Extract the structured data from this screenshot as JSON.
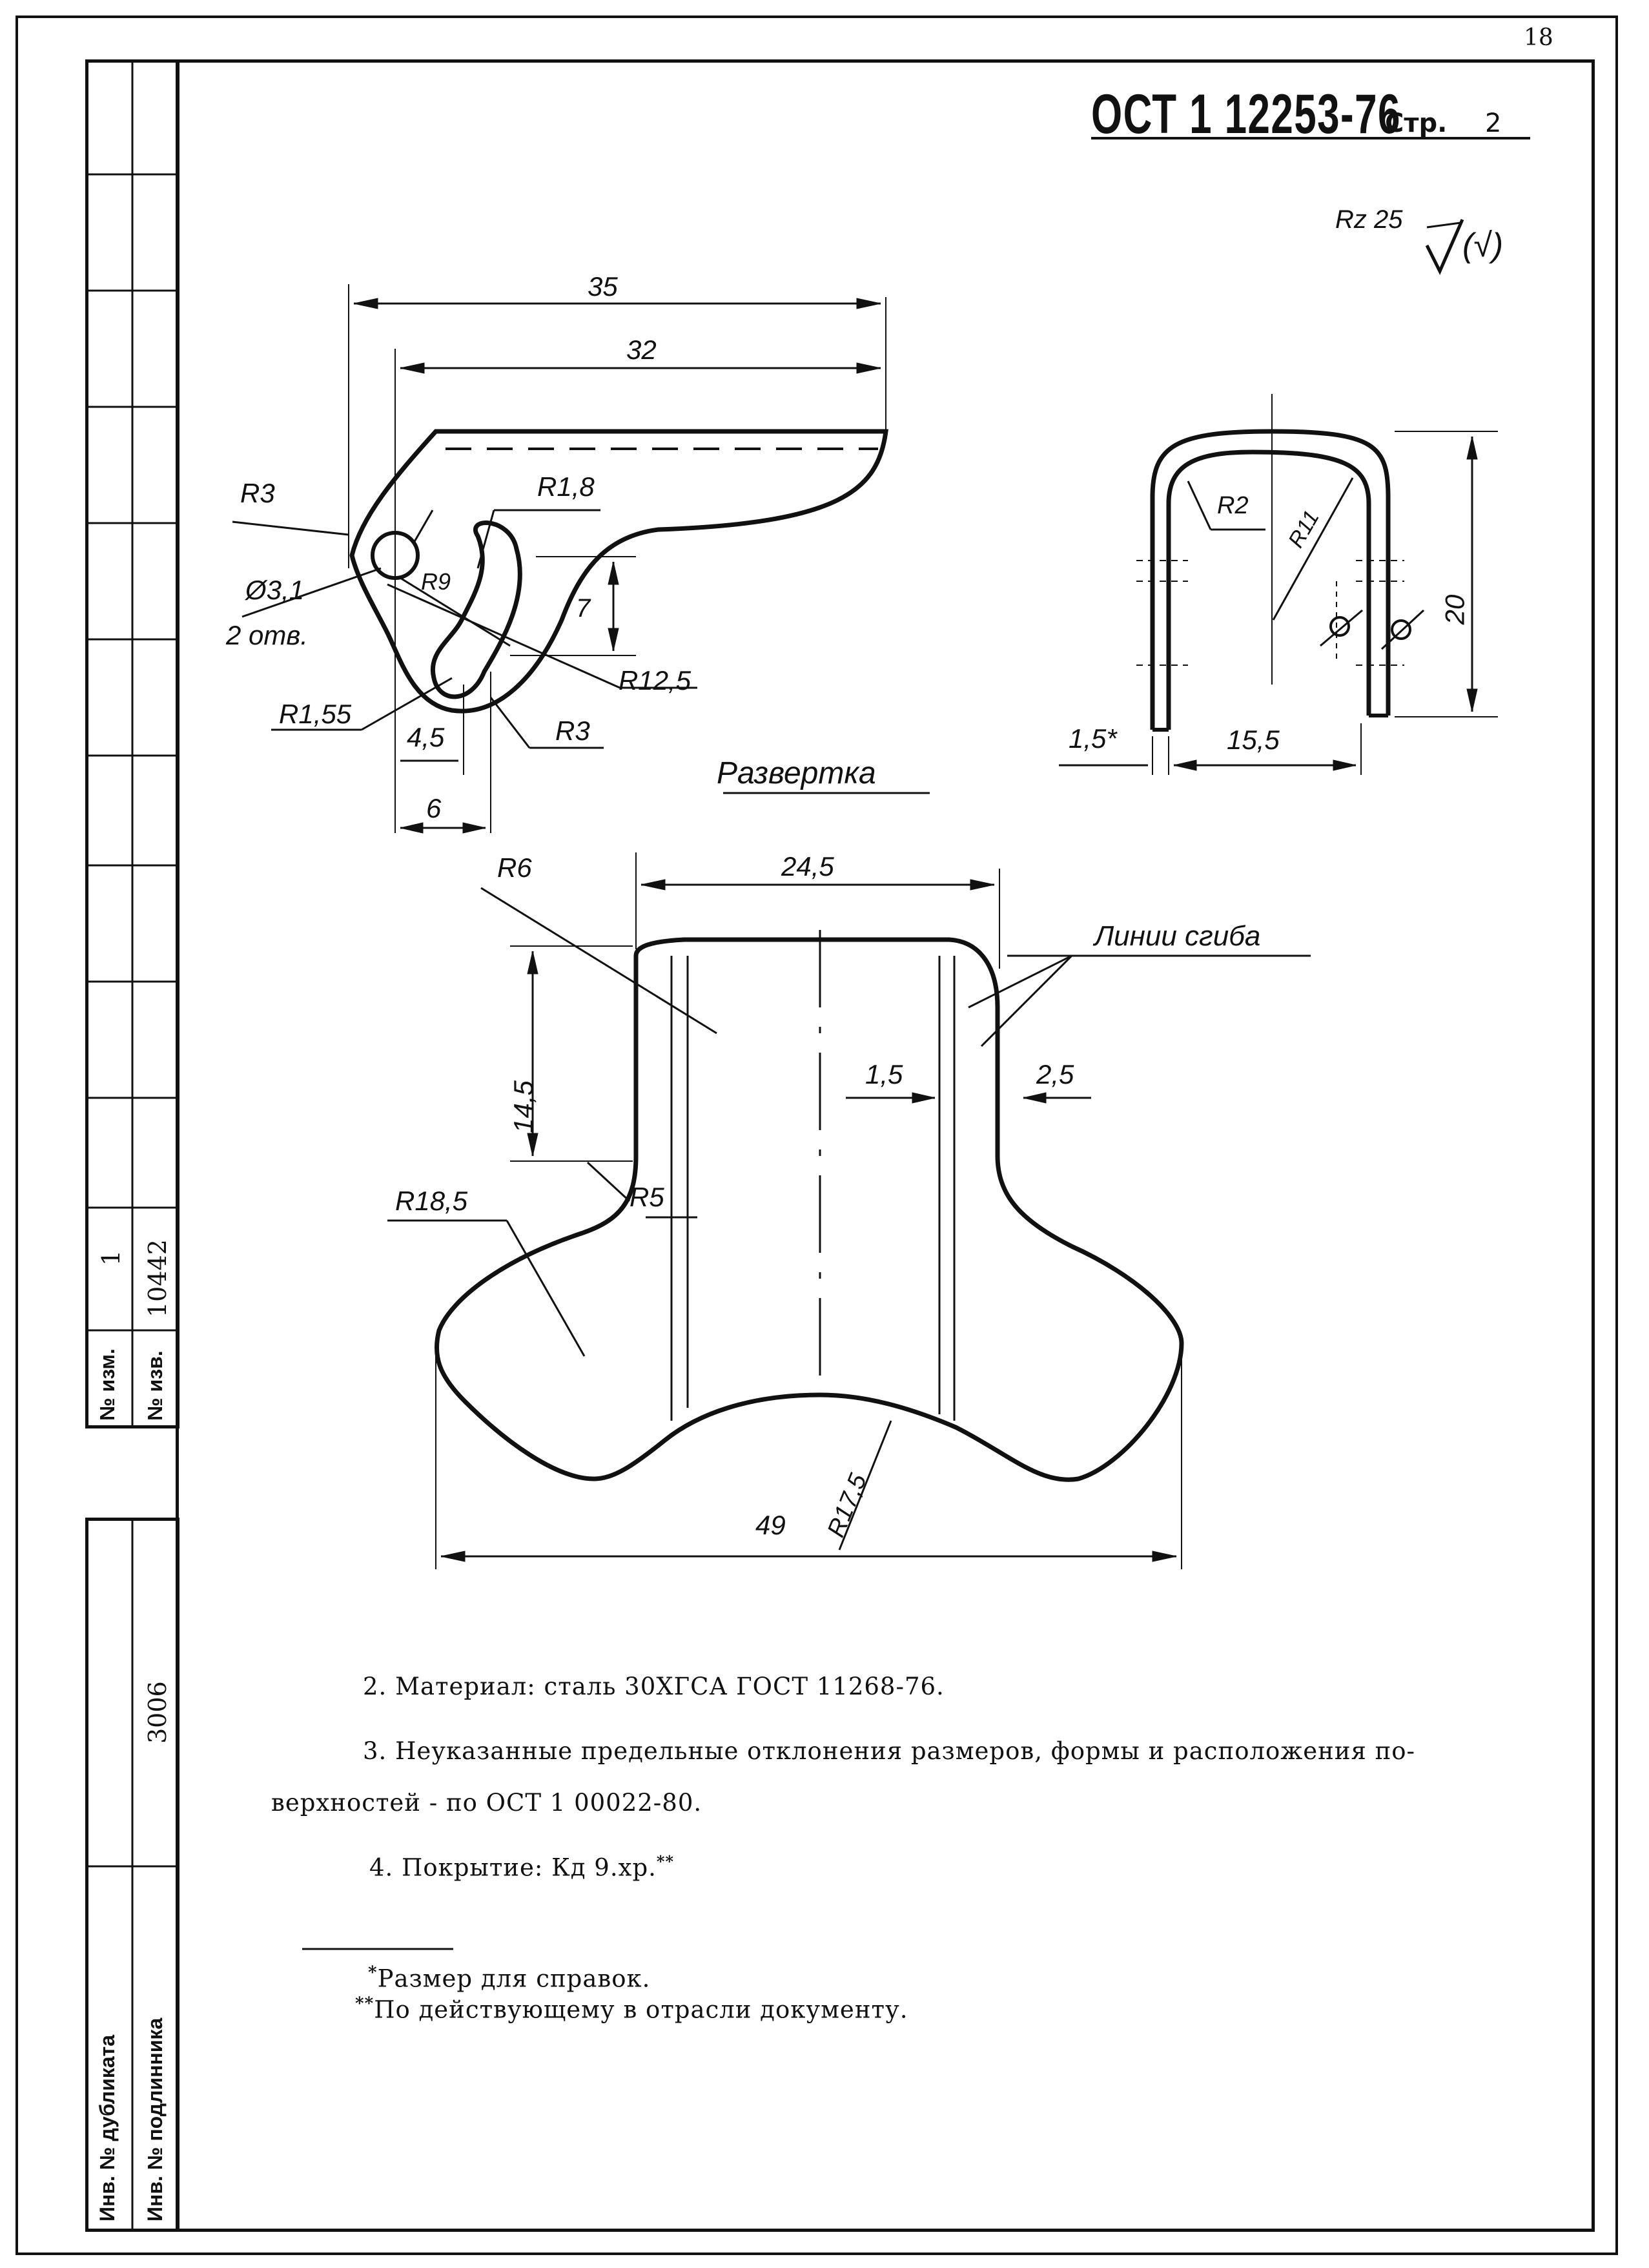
{
  "sheet_number": "18",
  "doc_code": "ОСТ 1 12253-76",
  "page_label": "Стр.",
  "page_no": "2",
  "roughness": {
    "value": "Rz 25",
    "symbol": "(√)"
  },
  "dimensions": {
    "top": [
      "35",
      "32"
    ],
    "radii": [
      "R3",
      "R1,8",
      "R9",
      "R12,5",
      "R1,55",
      "R3"
    ],
    "hole": [
      "Ø3,1",
      "2 отв."
    ],
    "vertical": [
      "7"
    ],
    "bottom": [
      "4,5",
      "6"
    ],
    "side": [
      "R2",
      "R11",
      "20",
      "1,5*",
      "15,5"
    ],
    "blank": [
      "R6",
      "24,5",
      "14,5",
      "1,5",
      "2,5",
      "R5",
      "R18,5",
      "R17,5",
      "49"
    ]
  },
  "labels": {
    "development": "Развертка",
    "bend_lines": "Линии сгиба"
  },
  "notes": [
    "2. Материал: сталь 30ХГСА ГОСТ 11268-76.",
    "3. Неуказанные предельные отклонения размеров, формы и расположения по-",
    "верхностей - по ОСТ 1 00022-80.",
    "4. Покрытие: Кд 9.хр."
  ],
  "note4_mark": "**",
  "footnotes": [
    {
      "mark": "*",
      "text": "Размер для справок."
    },
    {
      "mark": "**",
      "text": "По действующему в отрасли документу."
    }
  ],
  "side_strip": {
    "rev_label": "№ изм.",
    "rev_value": "1",
    "notice_label": "№ изв.",
    "notice_value": "10442",
    "inv_value": "3006",
    "dup_label": "Инв. № дубликата",
    "orig_label": "Инв. № подлинника"
  }
}
